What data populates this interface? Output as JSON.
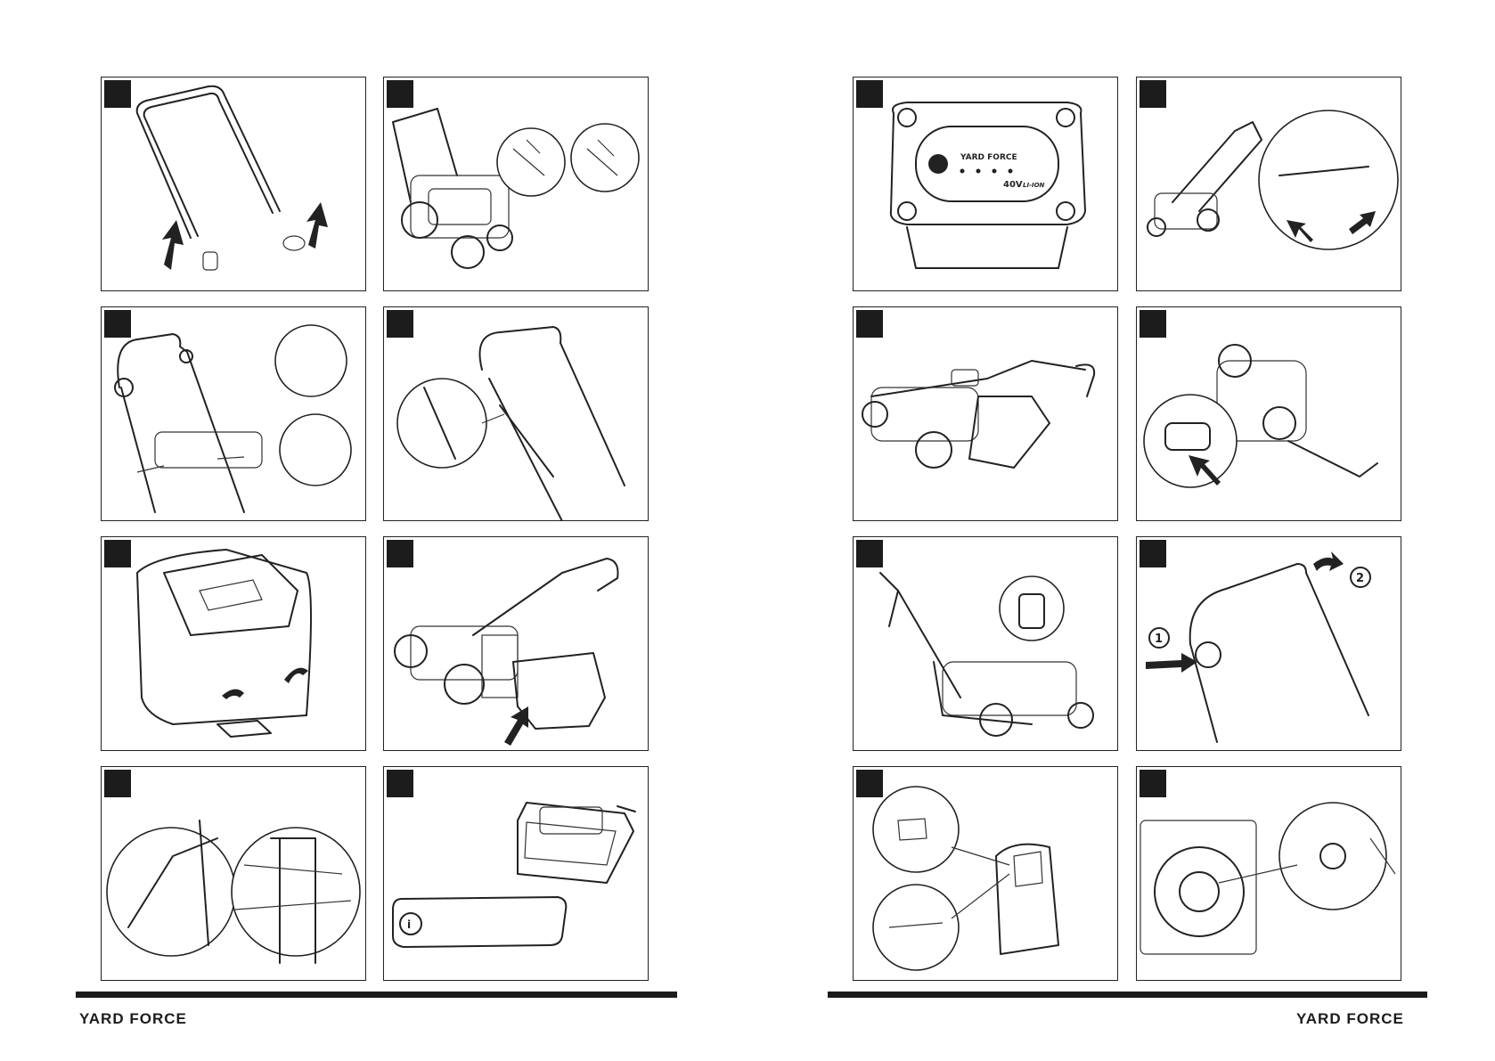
{
  "pages": [
    {
      "side": "left",
      "brand": "YARD FORCE"
    },
    {
      "side": "right",
      "brand": "YARD FORCE"
    }
  ],
  "panels": [
    {
      "id": "handle-assembly",
      "icon": "handle-arrow-icon"
    },
    {
      "id": "handle-fixing",
      "icon": "mower-handle-clip-icon"
    },
    {
      "id": "upper-handle-knobs",
      "icon": "knob-icon"
    },
    {
      "id": "cable-clips",
      "icon": "cable-clip-icon"
    },
    {
      "id": "grass-box-assembly",
      "icon": "grass-box-icon"
    },
    {
      "id": "grass-box-fitting",
      "icon": "mower-grassbox-icon"
    },
    {
      "id": "rear-flap-detail",
      "icon": "flap-icon"
    },
    {
      "id": "battery-charger",
      "icon": "charger-icon"
    },
    {
      "id": "battery-indicator",
      "icon": "battery-icon"
    },
    {
      "id": "height-adjust",
      "icon": "height-lever-icon"
    },
    {
      "id": "battery-insert",
      "icon": "battery-insert-icon"
    },
    {
      "id": "battery-compartment",
      "icon": "battery-compartment-icon"
    },
    {
      "id": "safety-key",
      "icon": "key-icon"
    },
    {
      "id": "start-procedure",
      "icon": "start-lever-icon"
    },
    {
      "id": "grass-box-level",
      "icon": "level-indicator-icon"
    },
    {
      "id": "blade-removal",
      "icon": "blade-icon"
    }
  ],
  "battery_label": {
    "brand": "YARD FORCE",
    "voltage": "40V",
    "chemistry": "LI-ION"
  },
  "start_steps": [
    "1",
    "2"
  ],
  "colors": {
    "ink": "#1c1c1c",
    "paper": "#ffffff"
  }
}
